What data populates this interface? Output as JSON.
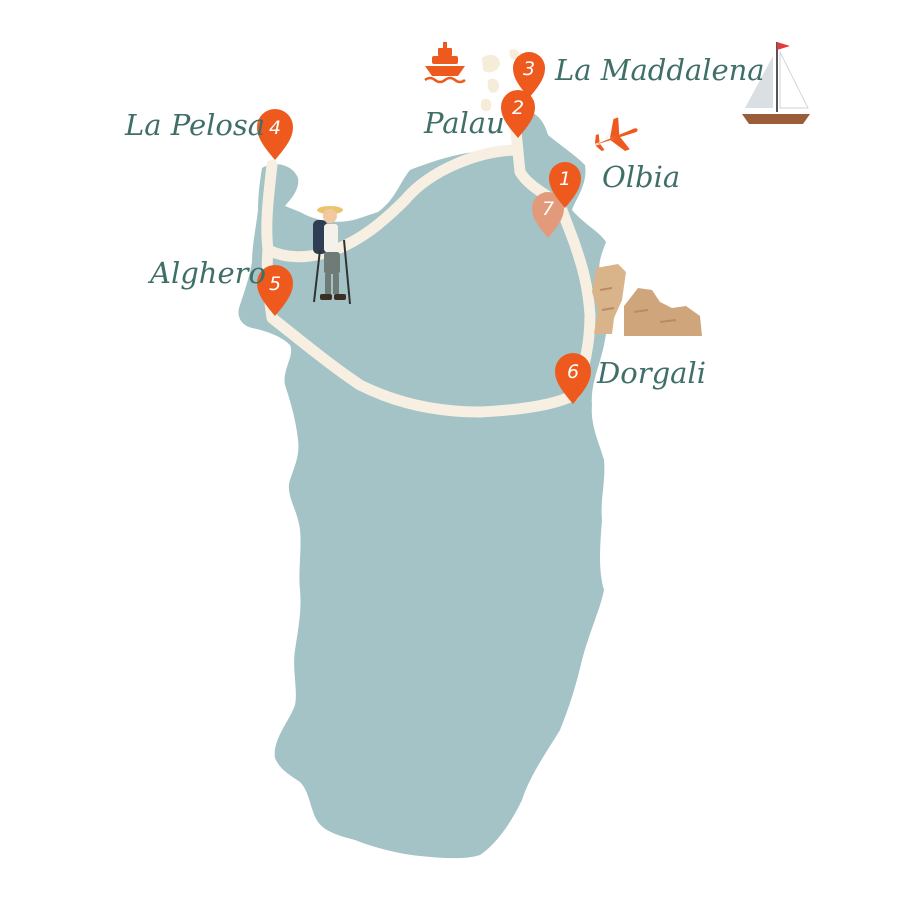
{
  "map": {
    "colors": {
      "land": "#a3c3c6",
      "route": "#f7efe2",
      "pin": "#ee5a1d",
      "pin_secondary": "#e39a7a",
      "label": "#3f6f68",
      "rock": "#d9b48a"
    },
    "stops": [
      {
        "number": "1",
        "name": "Olbia"
      },
      {
        "number": "2",
        "name": "Palau"
      },
      {
        "number": "3",
        "name": "La Maddalena"
      },
      {
        "number": "4",
        "name": "La Pelosa"
      },
      {
        "number": "5",
        "name": "Alghero"
      },
      {
        "number": "6",
        "name": "Dorgali"
      },
      {
        "number": "7",
        "name": ""
      }
    ],
    "icons": [
      "ferry-icon",
      "airplane-icon",
      "sailboat-icon",
      "hiker-icon",
      "rock-formation-icon"
    ]
  }
}
